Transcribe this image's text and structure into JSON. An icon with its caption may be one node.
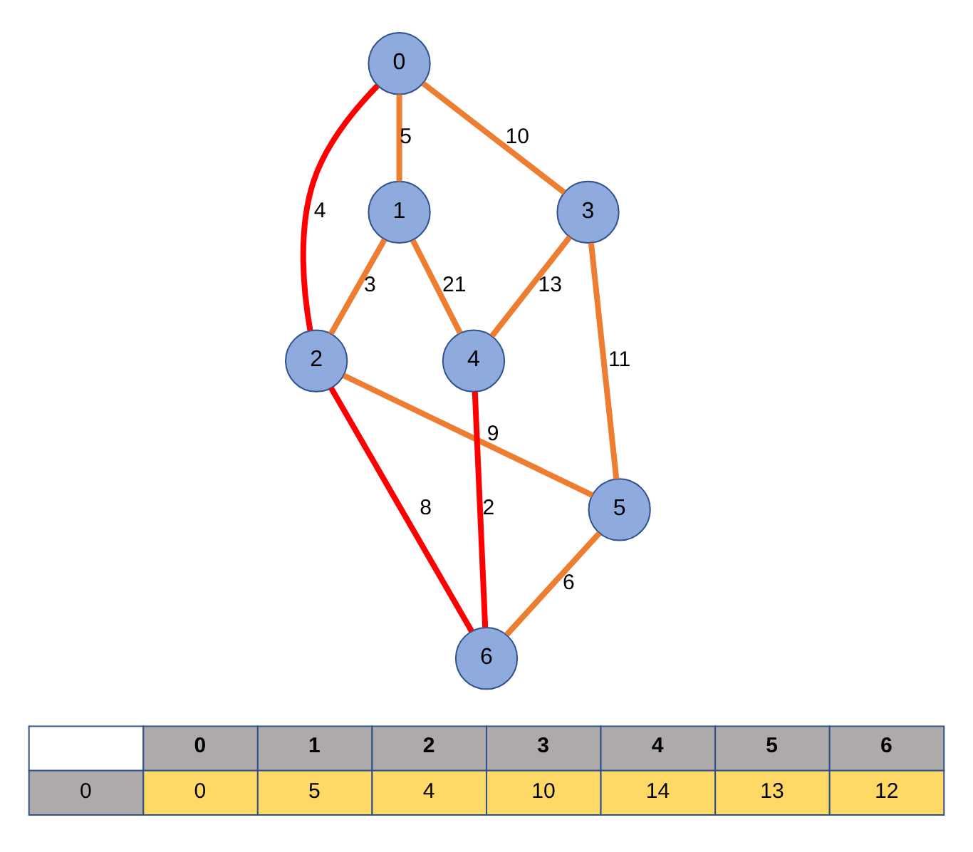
{
  "diagram": {
    "nodes": [
      {
        "text": [
          "0"
        ]
      },
      {
        "text": [
          "1"
        ]
      },
      {
        "text": [
          "2"
        ]
      },
      {
        "text": [
          "3"
        ]
      },
      {
        "text": [
          "4"
        ]
      },
      {
        "text": [
          "5"
        ]
      },
      {
        "text": [
          "6"
        ]
      }
    ],
    "edges": [
      {
        "from": 0,
        "to": 1,
        "arrow": "none",
        "label": "5"
      },
      {
        "from": 0,
        "to": 3,
        "arrow": "none",
        "label": "10"
      },
      {
        "from": 0,
        "to": 2,
        "arrow": "none",
        "label": "4",
        "color": "#ff0000"
      },
      {
        "from": 1,
        "to": 2,
        "arrow": "none",
        "label": "3"
      },
      {
        "from": 1,
        "to": 4,
        "arrow": "none",
        "label": "21"
      },
      {
        "from": 3,
        "to": 4,
        "arrow": "none",
        "label": "13"
      },
      {
        "from": 2,
        "to": 6,
        "arrow": "none",
        "label": "8",
        "color": "#ff0000"
      },
      {
        "from": 3,
        "to": 5,
        "arrow": "none",
        "label": "11"
      },
      {
        "from": 2,
        "to": 5,
        "arrow": "none",
        "label": "9"
      },
      {
        "from": 4,
        "to": 6,
        "arrow": "none",
        "label": "2",
        "color": "#ff0000"
      },
      {
        "from": 5,
        "to": 6,
        "arrow": "none",
        "label": "6"
      }
    ],
    "labels": [
      "0",
      "1",
      "2",
      "3",
      "4",
      "5",
      "6",
      "0",
      "0",
      "5",
      "4",
      "10",
      "14",
      "13",
      "12"
    ]
  }
}
